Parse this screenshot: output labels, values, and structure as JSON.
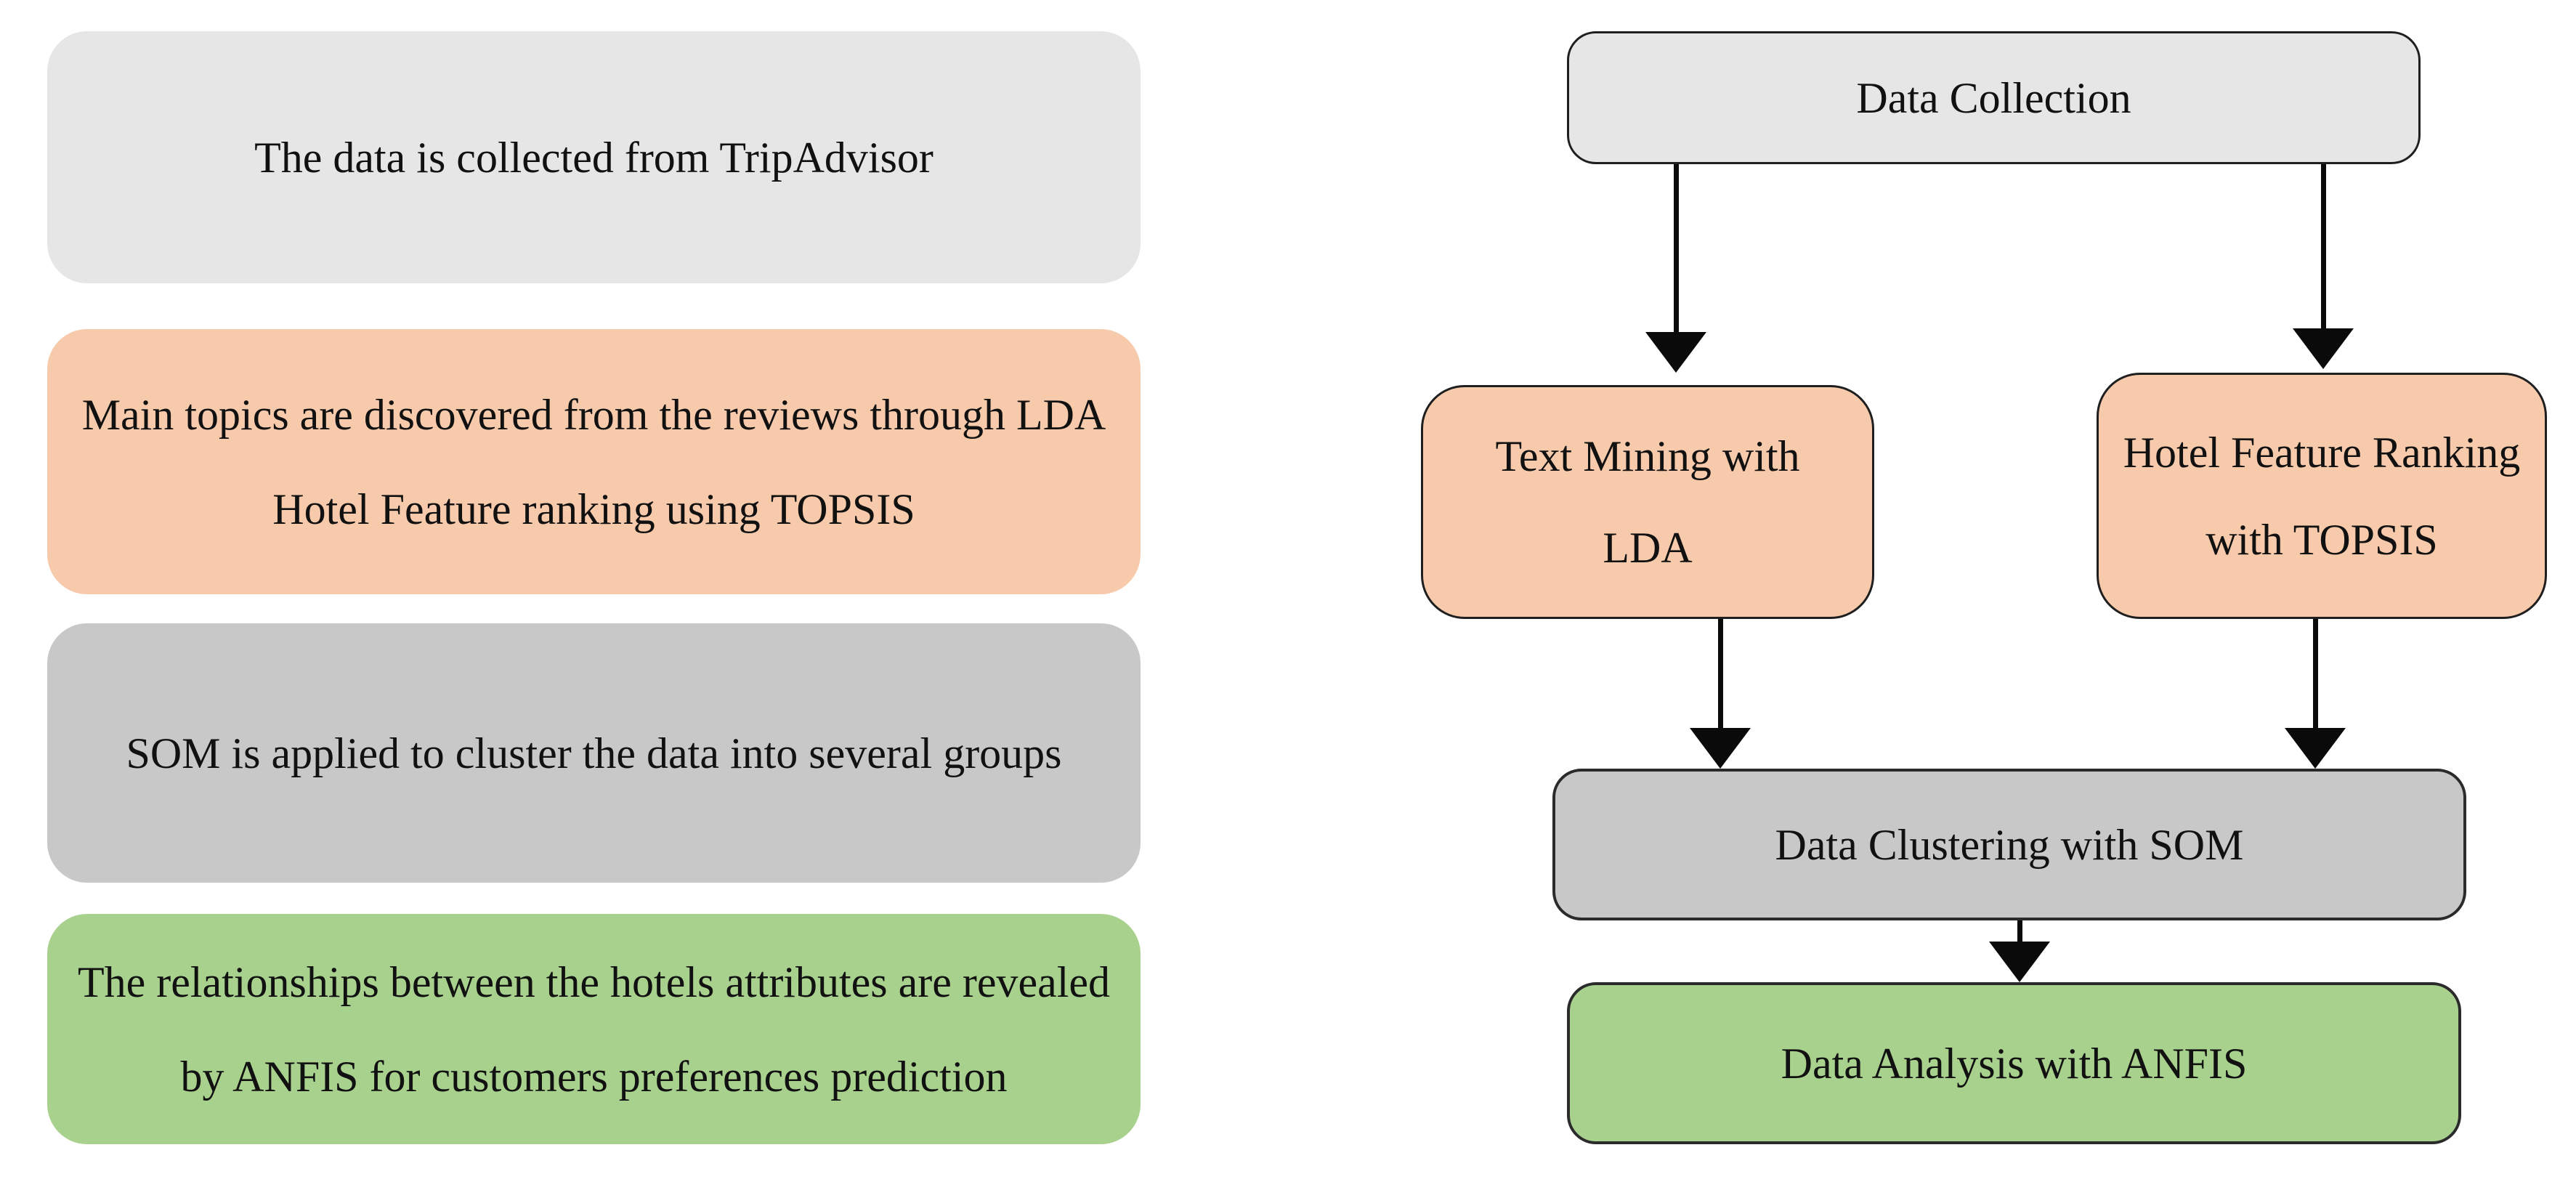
{
  "colors": {
    "background": "#FFFFFF",
    "light_gray": "#E7E6E6",
    "peach": "#F7CAAC",
    "gray": "#C9C8C8",
    "green": "#A9D18E",
    "node_border": "#1F1F1F",
    "arrow": "#0A0A0A",
    "text": "#111111"
  },
  "left_panel": {
    "steps": [
      {
        "id": "collect",
        "color": "light_gray",
        "lines": [
          "The data is collected from TripAdvisor"
        ]
      },
      {
        "id": "topics",
        "color": "peach",
        "lines": [
          "Main topics are discovered from the reviews through LDA",
          "Hotel Feature ranking using TOPSIS"
        ]
      },
      {
        "id": "cluster",
        "color": "gray",
        "lines": [
          "SOM is applied to cluster the data into several groups"
        ]
      },
      {
        "id": "analyze",
        "color": "green",
        "lines": [
          "The relationships between the hotels attributes are revealed",
          "by ANFIS for customers preferences prediction"
        ]
      }
    ]
  },
  "flowchart": {
    "nodes": [
      {
        "id": "data-collection",
        "color": "light_gray",
        "lines": [
          "Data Collection"
        ]
      },
      {
        "id": "text-mining-lda",
        "color": "peach",
        "lines": [
          "Text Mining with",
          "LDA"
        ]
      },
      {
        "id": "hotel-feature-ranking-topsis",
        "color": "peach",
        "lines": [
          "Hotel Feature Ranking",
          "with TOPSIS"
        ]
      },
      {
        "id": "data-clustering-som",
        "color": "gray",
        "lines": [
          "Data Clustering with SOM"
        ]
      },
      {
        "id": "data-analysis-anfis",
        "color": "green",
        "lines": [
          "Data Analysis with ANFIS"
        ]
      }
    ],
    "edges": [
      {
        "from": "data-collection",
        "to": "text-mining-lda"
      },
      {
        "from": "data-collection",
        "to": "hotel-feature-ranking-topsis"
      },
      {
        "from": "text-mining-lda",
        "to": "data-clustering-som"
      },
      {
        "from": "hotel-feature-ranking-topsis",
        "to": "data-clustering-som"
      },
      {
        "from": "data-clustering-som",
        "to": "data-analysis-anfis"
      }
    ]
  }
}
